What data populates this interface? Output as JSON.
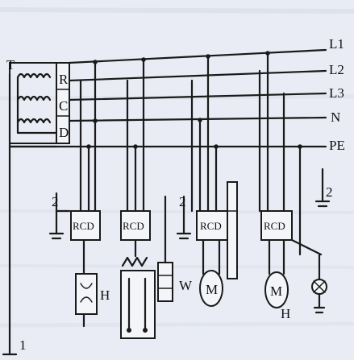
{
  "lines": {
    "l1": "L1",
    "l2": "L2",
    "l3": "L3",
    "n": "N",
    "pe": "PE"
  },
  "source_label": "T",
  "rcd_main_letters": [
    "R",
    "C",
    "D"
  ],
  "rcd_label": "RCD",
  "labels": {
    "h": "H",
    "w": "W",
    "m": "M",
    "n2": "2",
    "n1": "1"
  },
  "colors": {
    "wire": "#1a1a1a",
    "background": "#e9ecf4"
  }
}
